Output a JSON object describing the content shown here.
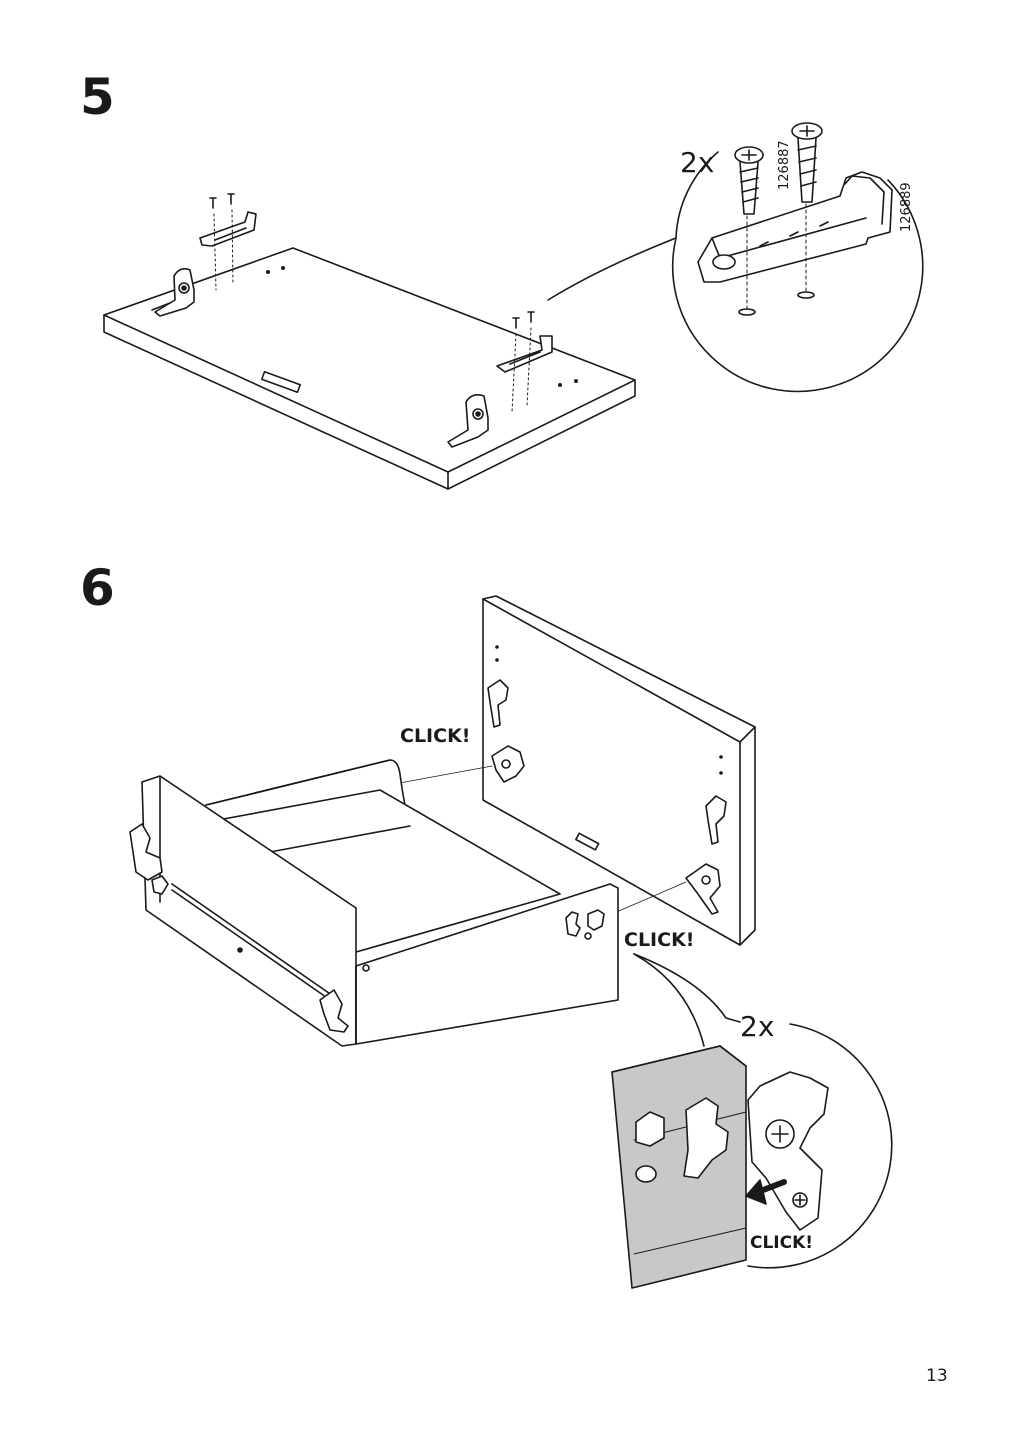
{
  "page": {
    "number": "13"
  },
  "step5": {
    "number": "5",
    "callout": {
      "quantity": "2x",
      "screw_a_code": "126887",
      "screw_b_code": "126889"
    }
  },
  "step6": {
    "number": "6",
    "click_upper": "CLICK!",
    "click_lower": "CLICK!",
    "callout": {
      "quantity": "2x",
      "click": "CLICK!"
    }
  },
  "colors": {
    "line": "#1a1a1a",
    "panel_gray": "#c8c8c8",
    "background": "#ffffff"
  }
}
